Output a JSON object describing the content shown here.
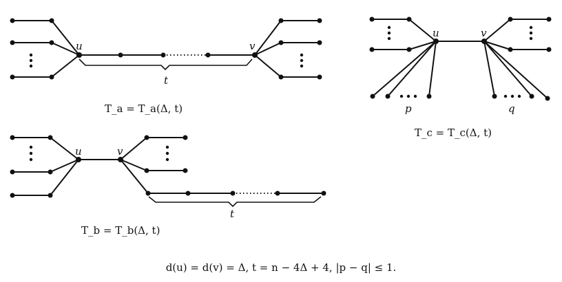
{
  "trees": {
    "ta": {
      "u_label": "u",
      "v_label": "v",
      "t_label": "t",
      "caption": "T_a = T_a(Δ, t)"
    },
    "tb": {
      "u_label": "u",
      "v_label": "v",
      "t_label": "t",
      "caption": "T_b = T_b(Δ, t)"
    },
    "tc": {
      "u_label": "u",
      "v_label": "v",
      "p_label": "p",
      "q_label": "q",
      "caption": "T_c = T_c(Δ, t)"
    }
  },
  "formula": "d(u) = d(v) = Δ,  t = n − 4Δ + 4,  |p − q| ≤ 1."
}
